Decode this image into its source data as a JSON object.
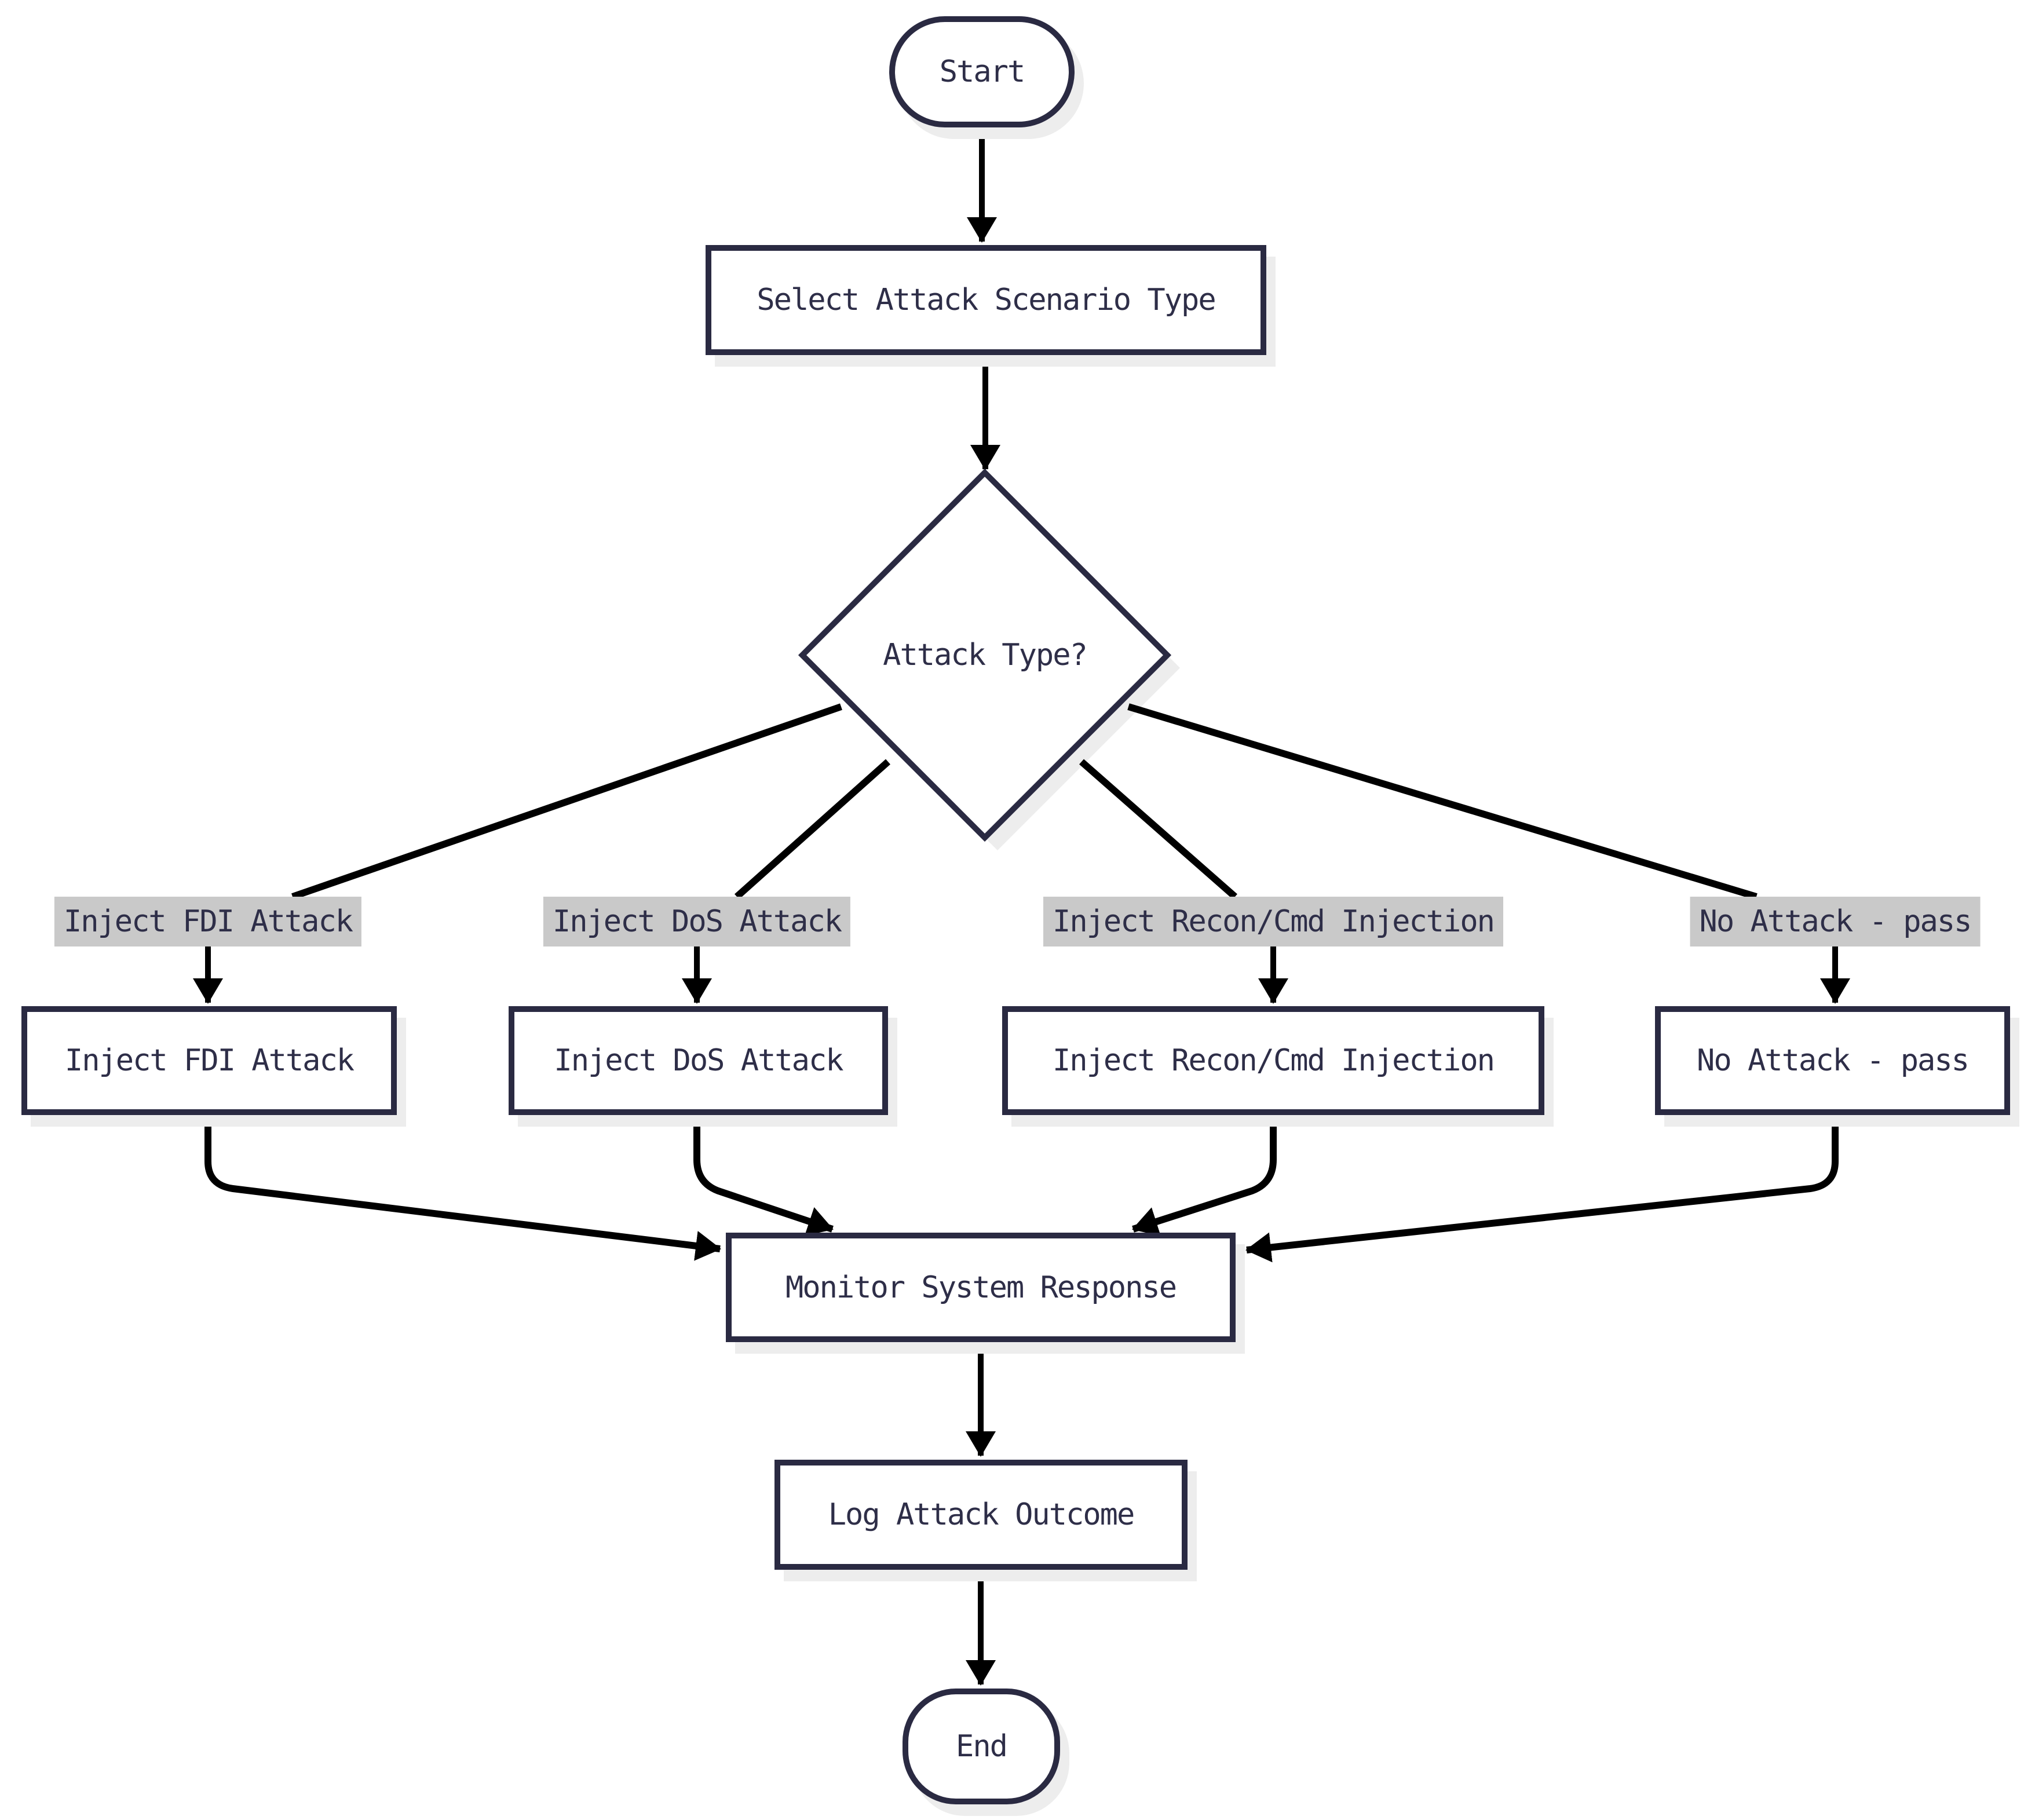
{
  "nodes": {
    "start": {
      "label": "Start"
    },
    "select": {
      "label": "Select Attack Scenario Type"
    },
    "decision": {
      "label": "Attack Type?"
    },
    "fdi": {
      "label": "Inject FDI Attack"
    },
    "dos": {
      "label": "Inject DoS Attack"
    },
    "recon": {
      "label": "Inject Recon/Cmd Injection"
    },
    "noattack": {
      "label": "No Attack - pass"
    },
    "monitor": {
      "label": "Monitor System Response"
    },
    "log": {
      "label": "Log Attack Outcome"
    },
    "end": {
      "label": "End"
    }
  },
  "edge_labels": {
    "fdi": {
      "label": "Inject FDI Attack"
    },
    "dos": {
      "label": "Inject DoS Attack"
    },
    "recon": {
      "label": "Inject Recon/Cmd Injection"
    },
    "noattack": {
      "label": "No Attack - pass"
    }
  },
  "colors": {
    "node_border": "#2a2a42",
    "node_text": "#2e2e48",
    "edge_label_bg": "#c9c9c9",
    "line": "#000000",
    "shadow": "#ededed",
    "background": "#ffffff"
  }
}
